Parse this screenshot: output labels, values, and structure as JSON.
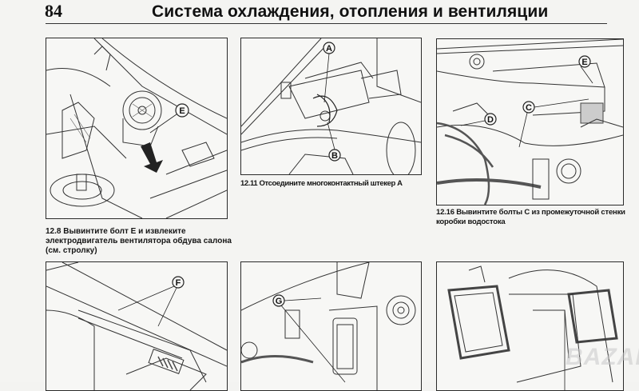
{
  "header": {
    "page_number": "84",
    "title": "Система охлаждения, отопления и вентиляции"
  },
  "figures": [
    {
      "id": "12.8",
      "callouts": [
        "E"
      ],
      "caption": "12.8 Вывинтите болт E и извлеките электродвигатель вентилятора обдува салона (см. стролку)"
    },
    {
      "id": "12.11",
      "callouts": [
        "A",
        "B"
      ],
      "caption": "12.11 Отсоедините многоконтактный штекер A"
    },
    {
      "id": "12.16",
      "callouts": [
        "E",
        "C",
        "D"
      ],
      "caption": "12.16 Вывинтите болты C из промежуточной стенки коробки водостока"
    },
    {
      "id": "fig-4",
      "callouts": [
        "F"
      ],
      "caption": ""
    },
    {
      "id": "fig-5",
      "callouts": [
        "G"
      ],
      "caption": ""
    },
    {
      "id": "fig-6",
      "callouts": [],
      "caption": ""
    }
  ],
  "watermark": "BAZAR"
}
